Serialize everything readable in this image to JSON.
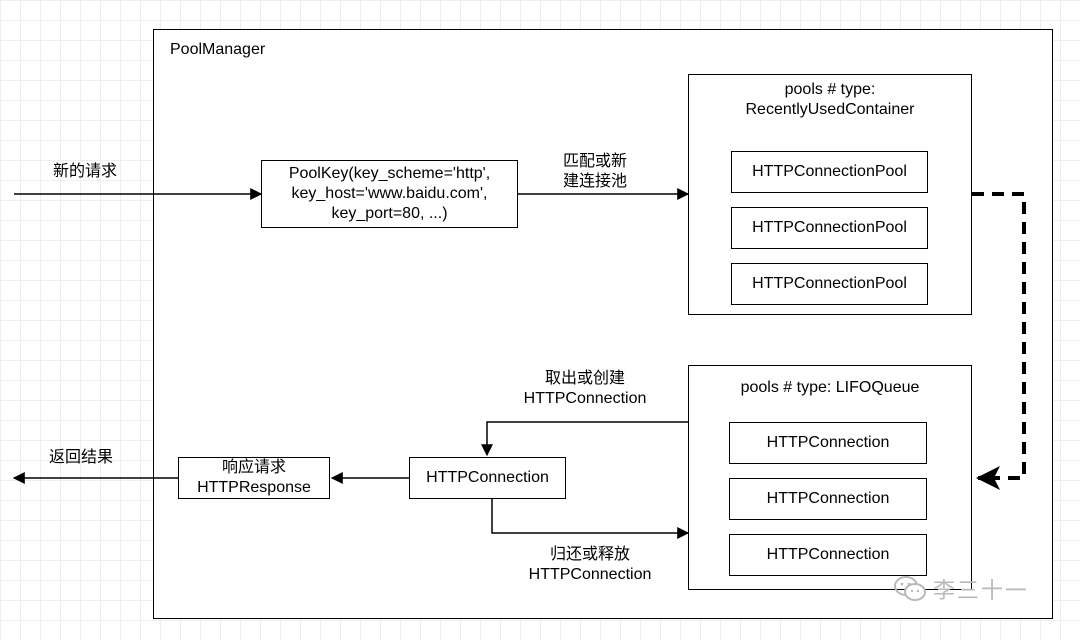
{
  "manager": {
    "title": "PoolManager"
  },
  "incoming": {
    "label": "新的请求"
  },
  "poolkey": {
    "lines": [
      "PoolKey(key_scheme='http',",
      "key_host='www.baidu.com',",
      "key_port=80, ...)"
    ]
  },
  "match_label": {
    "lines": [
      "匹配或新",
      "建连接池"
    ]
  },
  "pools_container": {
    "title_lines": [
      "pools # type:",
      "RecentlyUsedContainer"
    ],
    "items": [
      "HTTPConnectionPool",
      "HTTPConnectionPool",
      "HTTPConnectionPool"
    ]
  },
  "queue": {
    "title": "pools # type: LIFOQueue",
    "items": [
      "HTTPConnection",
      "HTTPConnection",
      "HTTPConnection"
    ]
  },
  "take_label": {
    "lines": [
      "取出或创建",
      "HTTPConnection"
    ]
  },
  "return_label": {
    "lines": [
      "归还或释放",
      "HTTPConnection"
    ]
  },
  "connection": {
    "label": "HTTPConnection"
  },
  "response": {
    "lines": [
      "响应请求",
      "HTTPResponse"
    ]
  },
  "result": {
    "label": "返回结果"
  },
  "watermark": {
    "text": "李三十一",
    "icon": "wechat-icon"
  },
  "colors": {
    "line": "#000000",
    "grid": "#eeeeee",
    "watermark": "#b9b9b9"
  }
}
